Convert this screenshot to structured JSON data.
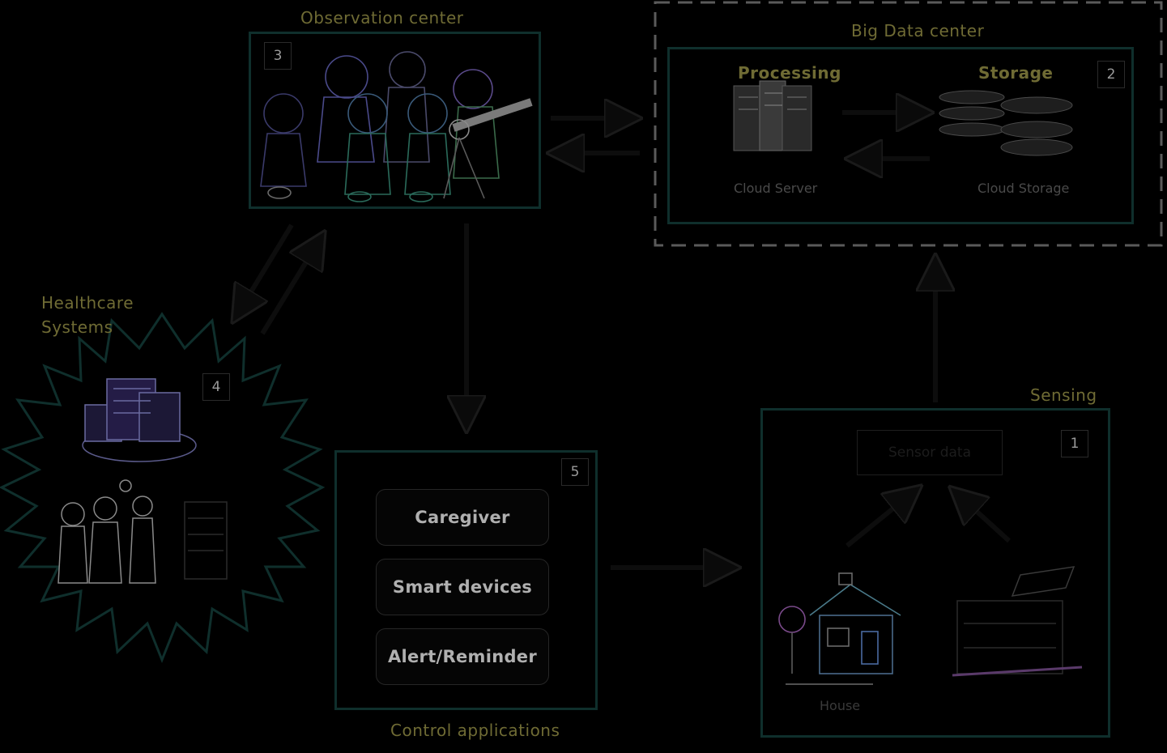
{
  "observation": {
    "title": "Observation center",
    "number": "3"
  },
  "bigdata": {
    "title": "Big Data center",
    "number": "2",
    "processing_label": "Processing",
    "storage_label": "Storage",
    "server_caption": "Cloud Server",
    "storage_caption": "Cloud Storage"
  },
  "healthcare": {
    "title_line1": "Healthcare",
    "title_line2": "Systems",
    "number": "4"
  },
  "control": {
    "title": "Control applications",
    "number": "5",
    "items": [
      "Caregiver",
      "Smart devices",
      "Alert/Reminder"
    ]
  },
  "sensing": {
    "title": "Sensing",
    "number": "1",
    "sensor_box": "Sensor data",
    "house_caption": "House"
  },
  "colors": {
    "teal_border": "#0f2f2c",
    "olive_text": "#6f6b34",
    "dashed": "#5a5a5a"
  }
}
